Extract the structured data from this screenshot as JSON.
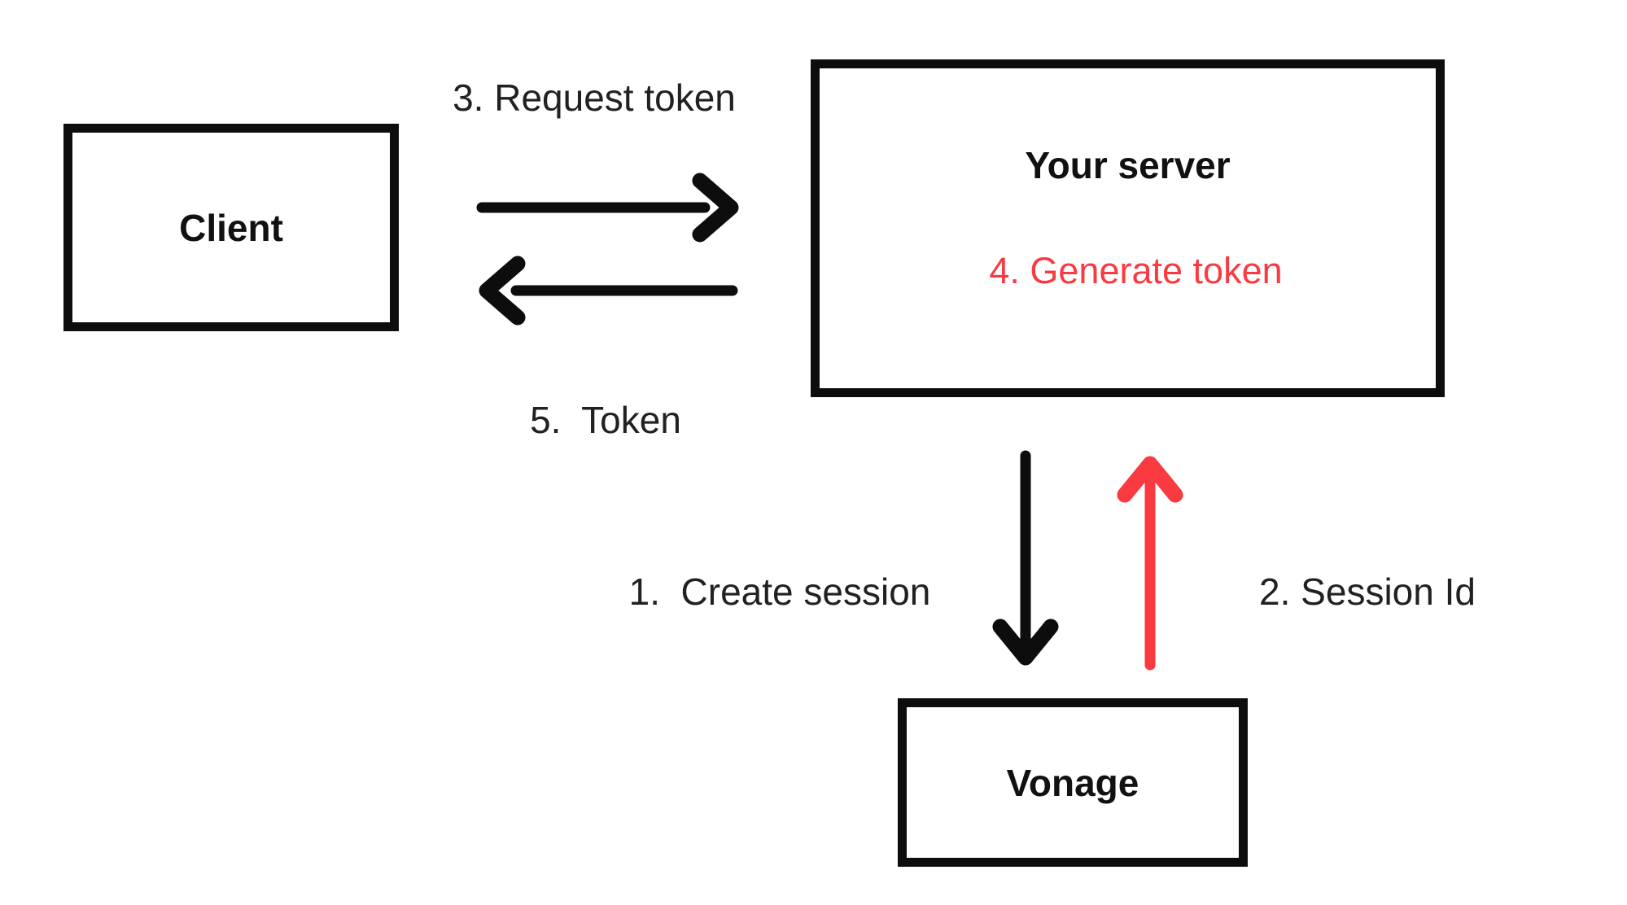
{
  "diagram": {
    "nodes": {
      "client": {
        "label": "Client"
      },
      "server": {
        "label": "Your server"
      },
      "generate_token": {
        "label": "4. Generate token"
      },
      "vonage": {
        "label": "Vonage"
      }
    },
    "steps": {
      "step1": {
        "label": "1.  Create session"
      },
      "step2": {
        "label": "2. Session Id"
      },
      "step3": {
        "label": "3. Request token"
      },
      "step5": {
        "label": "5.  Token"
      }
    },
    "colors": {
      "accent_red": "#f93b41",
      "ink_black": "#0d0d0d",
      "text_dark": "#212121",
      "background": "#ffffff"
    }
  }
}
